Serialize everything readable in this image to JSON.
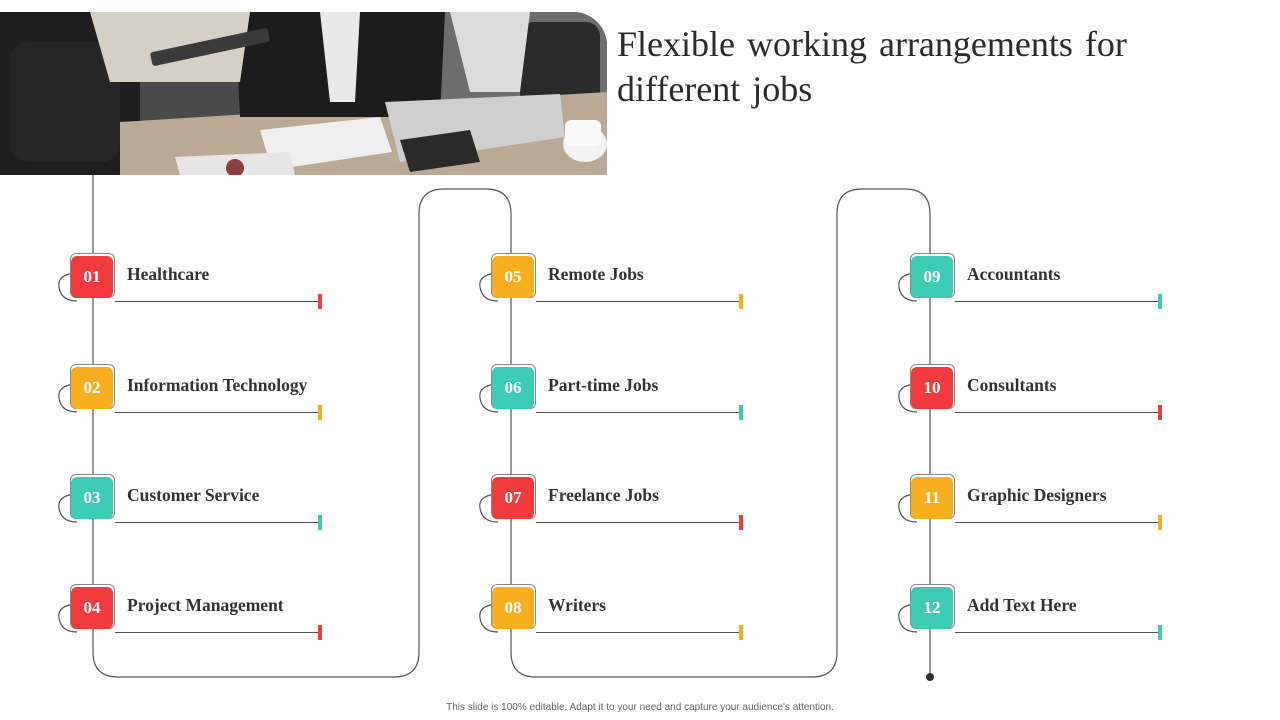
{
  "title": "Flexible working arrangements for different jobs",
  "colors": {
    "red": "#f23b3f",
    "yellow": "#f7ae1f",
    "teal": "#3ecbb5",
    "line": "#555555"
  },
  "items": [
    {
      "number": "01",
      "label": "Healthcare",
      "color": "red"
    },
    {
      "number": "02",
      "label": "Information Technology",
      "color": "yellow"
    },
    {
      "number": "03",
      "label": "Customer Service",
      "color": "teal"
    },
    {
      "number": "04",
      "label": "Project Management",
      "color": "red"
    },
    {
      "number": "05",
      "label": "Remote Jobs",
      "color": "yellow"
    },
    {
      "number": "06",
      "label": "Part-time Jobs",
      "color": "teal"
    },
    {
      "number": "07",
      "label": "Freelance Jobs",
      "color": "red"
    },
    {
      "number": "08",
      "label": "Writers",
      "color": "yellow"
    },
    {
      "number": "09",
      "label": "Accountants",
      "color": "teal"
    },
    {
      "number": "10",
      "label": "Consultants",
      "color": "red"
    },
    {
      "number": "11",
      "label": "Graphic Designers",
      "color": "yellow"
    },
    {
      "number": "12",
      "label": "Add Text Here",
      "color": "teal"
    }
  ],
  "footer": "This slide is 100% editable. Adapt it to your need and capture your audience's attention."
}
